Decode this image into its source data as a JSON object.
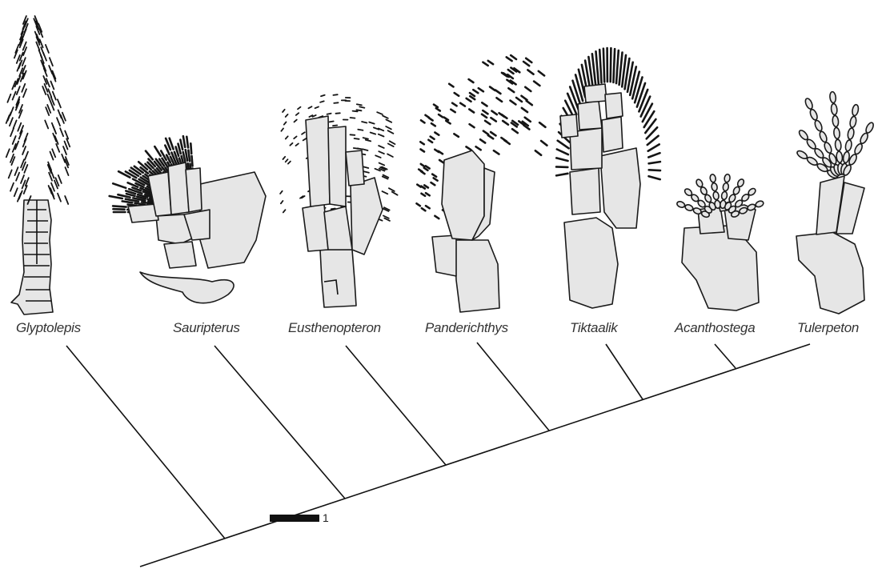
{
  "figure": {
    "taxa": [
      {
        "id": "glyptolepis",
        "label": "Glyptolepis"
      },
      {
        "id": "sauripterus",
        "label": "Sauripterus"
      },
      {
        "id": "eusthenopteron",
        "label": "Eusthenopteron"
      },
      {
        "id": "panderichthys",
        "label": "Panderichthys"
      },
      {
        "id": "tiktaalik",
        "label": "Tiktaalik"
      },
      {
        "id": "acanthostega",
        "label": "Acanthostega"
      },
      {
        "id": "tulerpeton",
        "label": "Tulerpeton"
      }
    ],
    "scale_bar": {
      "label": "1"
    }
  },
  "style": {
    "bone_fill": "#e6e6e6",
    "outline": "#1a1a1a",
    "ray_color": "#151515",
    "label_color": "#333333"
  }
}
